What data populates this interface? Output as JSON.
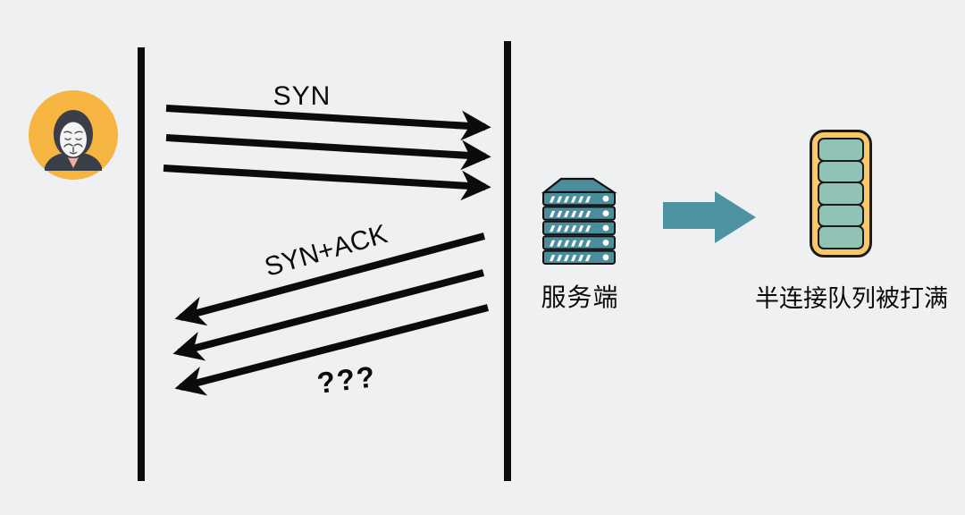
{
  "diagram": {
    "title_semantic": "SYN flood attack sequence diagram",
    "attacker": {
      "icon": "anonymous-hacker-icon"
    },
    "messages": {
      "syn": {
        "label": "SYN",
        "count": 3,
        "direction": "attacker-to-server"
      },
      "syn_ack": {
        "label": "SYN+ACK",
        "count": 3,
        "direction": "server-to-attacker"
      },
      "no_reply": {
        "label": "???"
      }
    },
    "server": {
      "label": "服务端"
    },
    "queue": {
      "label": "半连接队列被打满",
      "cell_count": 5,
      "state": "full"
    },
    "colors": {
      "background": "#EFF0F2",
      "line_black": "#0b0b0b",
      "hacker_yellow": "#F6B440",
      "hood_gray": "#3A3F47",
      "mask_white": "#F4F4F4",
      "collar_pink": "#F2ABA4",
      "server_teal": "#4A8E9C",
      "flow_arrow_teal": "#4E93A1",
      "queue_frame_yellow": "#F9C869",
      "queue_cell_teal": "#90C2B6"
    }
  }
}
